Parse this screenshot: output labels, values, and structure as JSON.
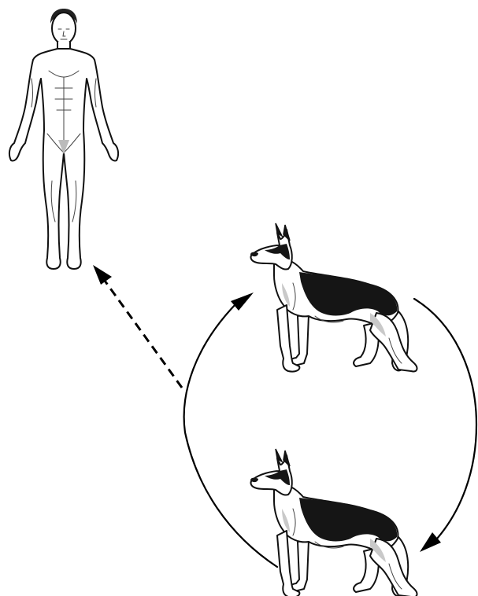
{
  "diagram": {
    "nodes": [
      {
        "id": "human",
        "icon": "human-figure-icon",
        "role": "host"
      },
      {
        "id": "dog-top",
        "icon": "dog-icon",
        "role": "host"
      },
      {
        "id": "dog-bottom",
        "icon": "dog-icon",
        "role": "host"
      }
    ],
    "edges": [
      {
        "from": "dog-top",
        "to": "dog-bottom",
        "style": "solid",
        "curve": "cycle"
      },
      {
        "from": "dog-bottom",
        "to": "dog-top",
        "style": "solid",
        "curve": "cycle"
      },
      {
        "from": "cycle",
        "to": "human",
        "style": "dashed"
      }
    ],
    "colors": {
      "line": "#000000",
      "fill": "#ffffff",
      "dog_saddle": "#151515",
      "dog_tan": "#c9c9c9",
      "human_shade": "#bbbbbb"
    }
  }
}
